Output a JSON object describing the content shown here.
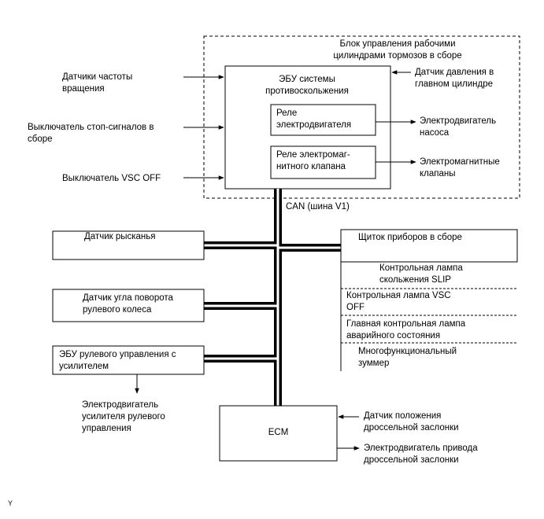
{
  "diagram": {
    "brake_block_title": "Блок управления рабочими\nцилиндрами тормозов в сборе",
    "skid_ecu": "ЭБУ системы\nпротивоскольжения",
    "motor_relay": "Реле\nэлектродвигателя",
    "solenoid_relay": "Реле электромаг-\nнитного клапана",
    "pump_motor": "Электродвигатель\nнасоса",
    "solenoid_valves": "Электромагнитные\nклапаны",
    "master_cyl_sensor": "Датчик давления в\nглавном цилиндре",
    "speed_sensors": "Датчики частоты\nвращения",
    "stop_switch": "Выключатель стоп-сигналов в\nсборе",
    "vsc_off_switch": "Выключатель VSC OFF",
    "can_bus": "CAN (шина V1)",
    "yaw_sensor": "Датчик рысканья",
    "steering_sensor": "Датчик угла поворота\nрулевого колеса",
    "eps_ecu": "ЭБУ рулевого управления с\nусилителем",
    "eps_motor": "Электродвигатель\nусилителя рулевого\nуправления",
    "ecm": "ECM",
    "throttle_sensor": "Датчик положения\nдроссельной заслонки",
    "throttle_motor": "Электродвигатель привода\nдроссельной заслонки",
    "cluster_title": "Щиток приборов в сборе",
    "slip_lamp": "Контрольная лампа\nскольжения SLIP",
    "vsc_off_lamp": "Контрольная лампа VSC\nOFF",
    "master_warning": "Главная контрольная лампа\nаварийного состояния",
    "buzzer": "Многофункциональный\nзуммер",
    "corner_mark": "Y"
  }
}
